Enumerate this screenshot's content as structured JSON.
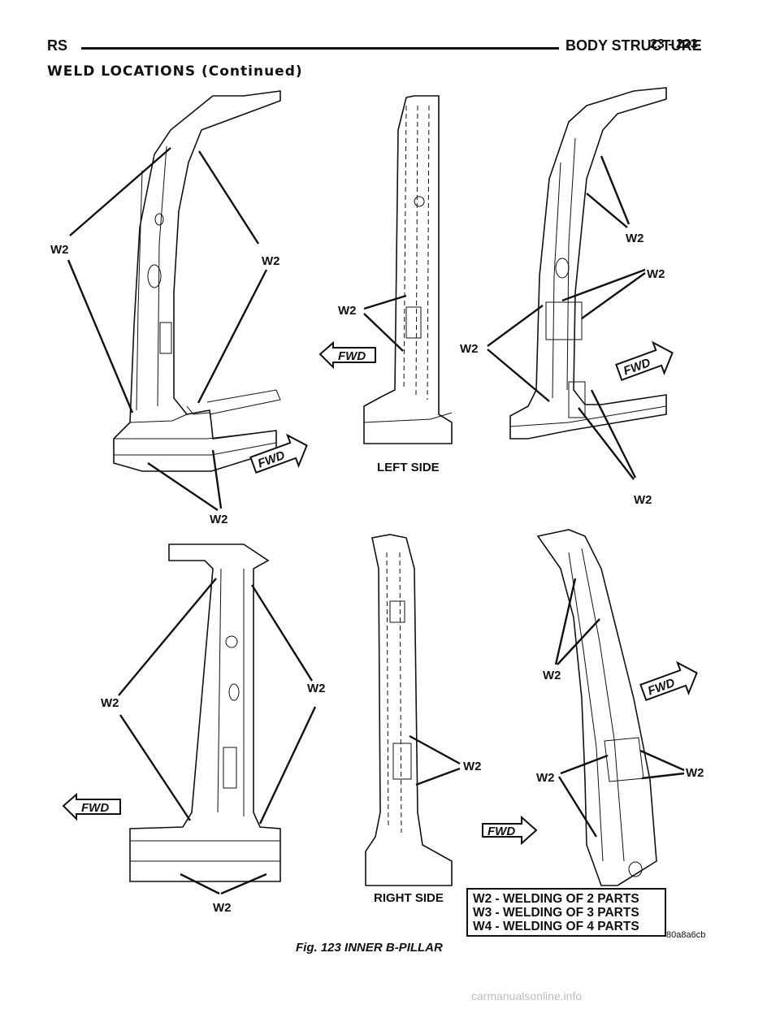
{
  "header": {
    "left": "RS",
    "title": "BODY STRUCTURE",
    "page": "23 - 223"
  },
  "section_heading": "WELD LOCATIONS (Continued)",
  "figure": {
    "weld_label": "W2",
    "fwd_label": "FWD",
    "left_side_label": "LEFT SIDE",
    "right_side_label": "RIGHT SIDE",
    "caption": "Fig. 123 INNER B-PILLAR",
    "code": "80a8a6cb"
  },
  "legend": {
    "items": [
      "W2 - WELDING OF 2 PARTS",
      "W3 - WELDING OF 3 PARTS",
      "W4 - WELDING OF 4 PARTS"
    ]
  },
  "watermark": "carmanualsonline.info"
}
